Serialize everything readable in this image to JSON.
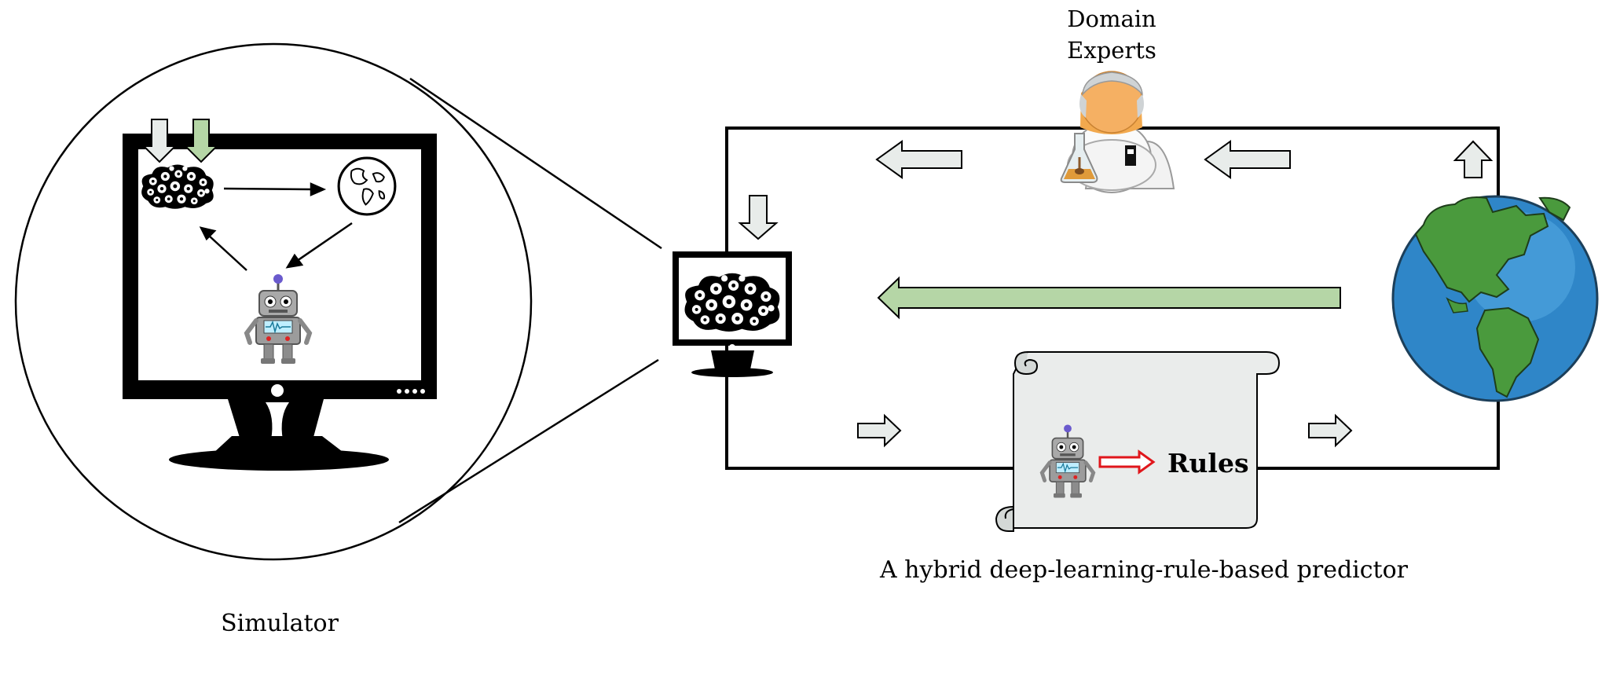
{
  "labels": {
    "domain_experts_line1": "Domain",
    "domain_experts_line2": "Experts",
    "rules": "Rules",
    "predictor_caption": "A hybrid deep-learning-rule-based predictor",
    "simulator_caption": "Simulator"
  },
  "icons": {
    "monitor": "monitor-icon",
    "gear_cloud": "gear-cloud-icon",
    "globe": "globe-icon",
    "robot": "robot-icon",
    "scientist": "scientist-icon",
    "scroll": "scroll-icon"
  },
  "colors": {
    "outline": "#000000",
    "grey_arrow_fill": "#e8ecea",
    "green_arrow_fill": "#b5d6a6",
    "red_arrow": "#e0161b",
    "ocean": "#2f86c8",
    "land": "#4a9a3d",
    "scroll_fill": "#eaeceb"
  }
}
